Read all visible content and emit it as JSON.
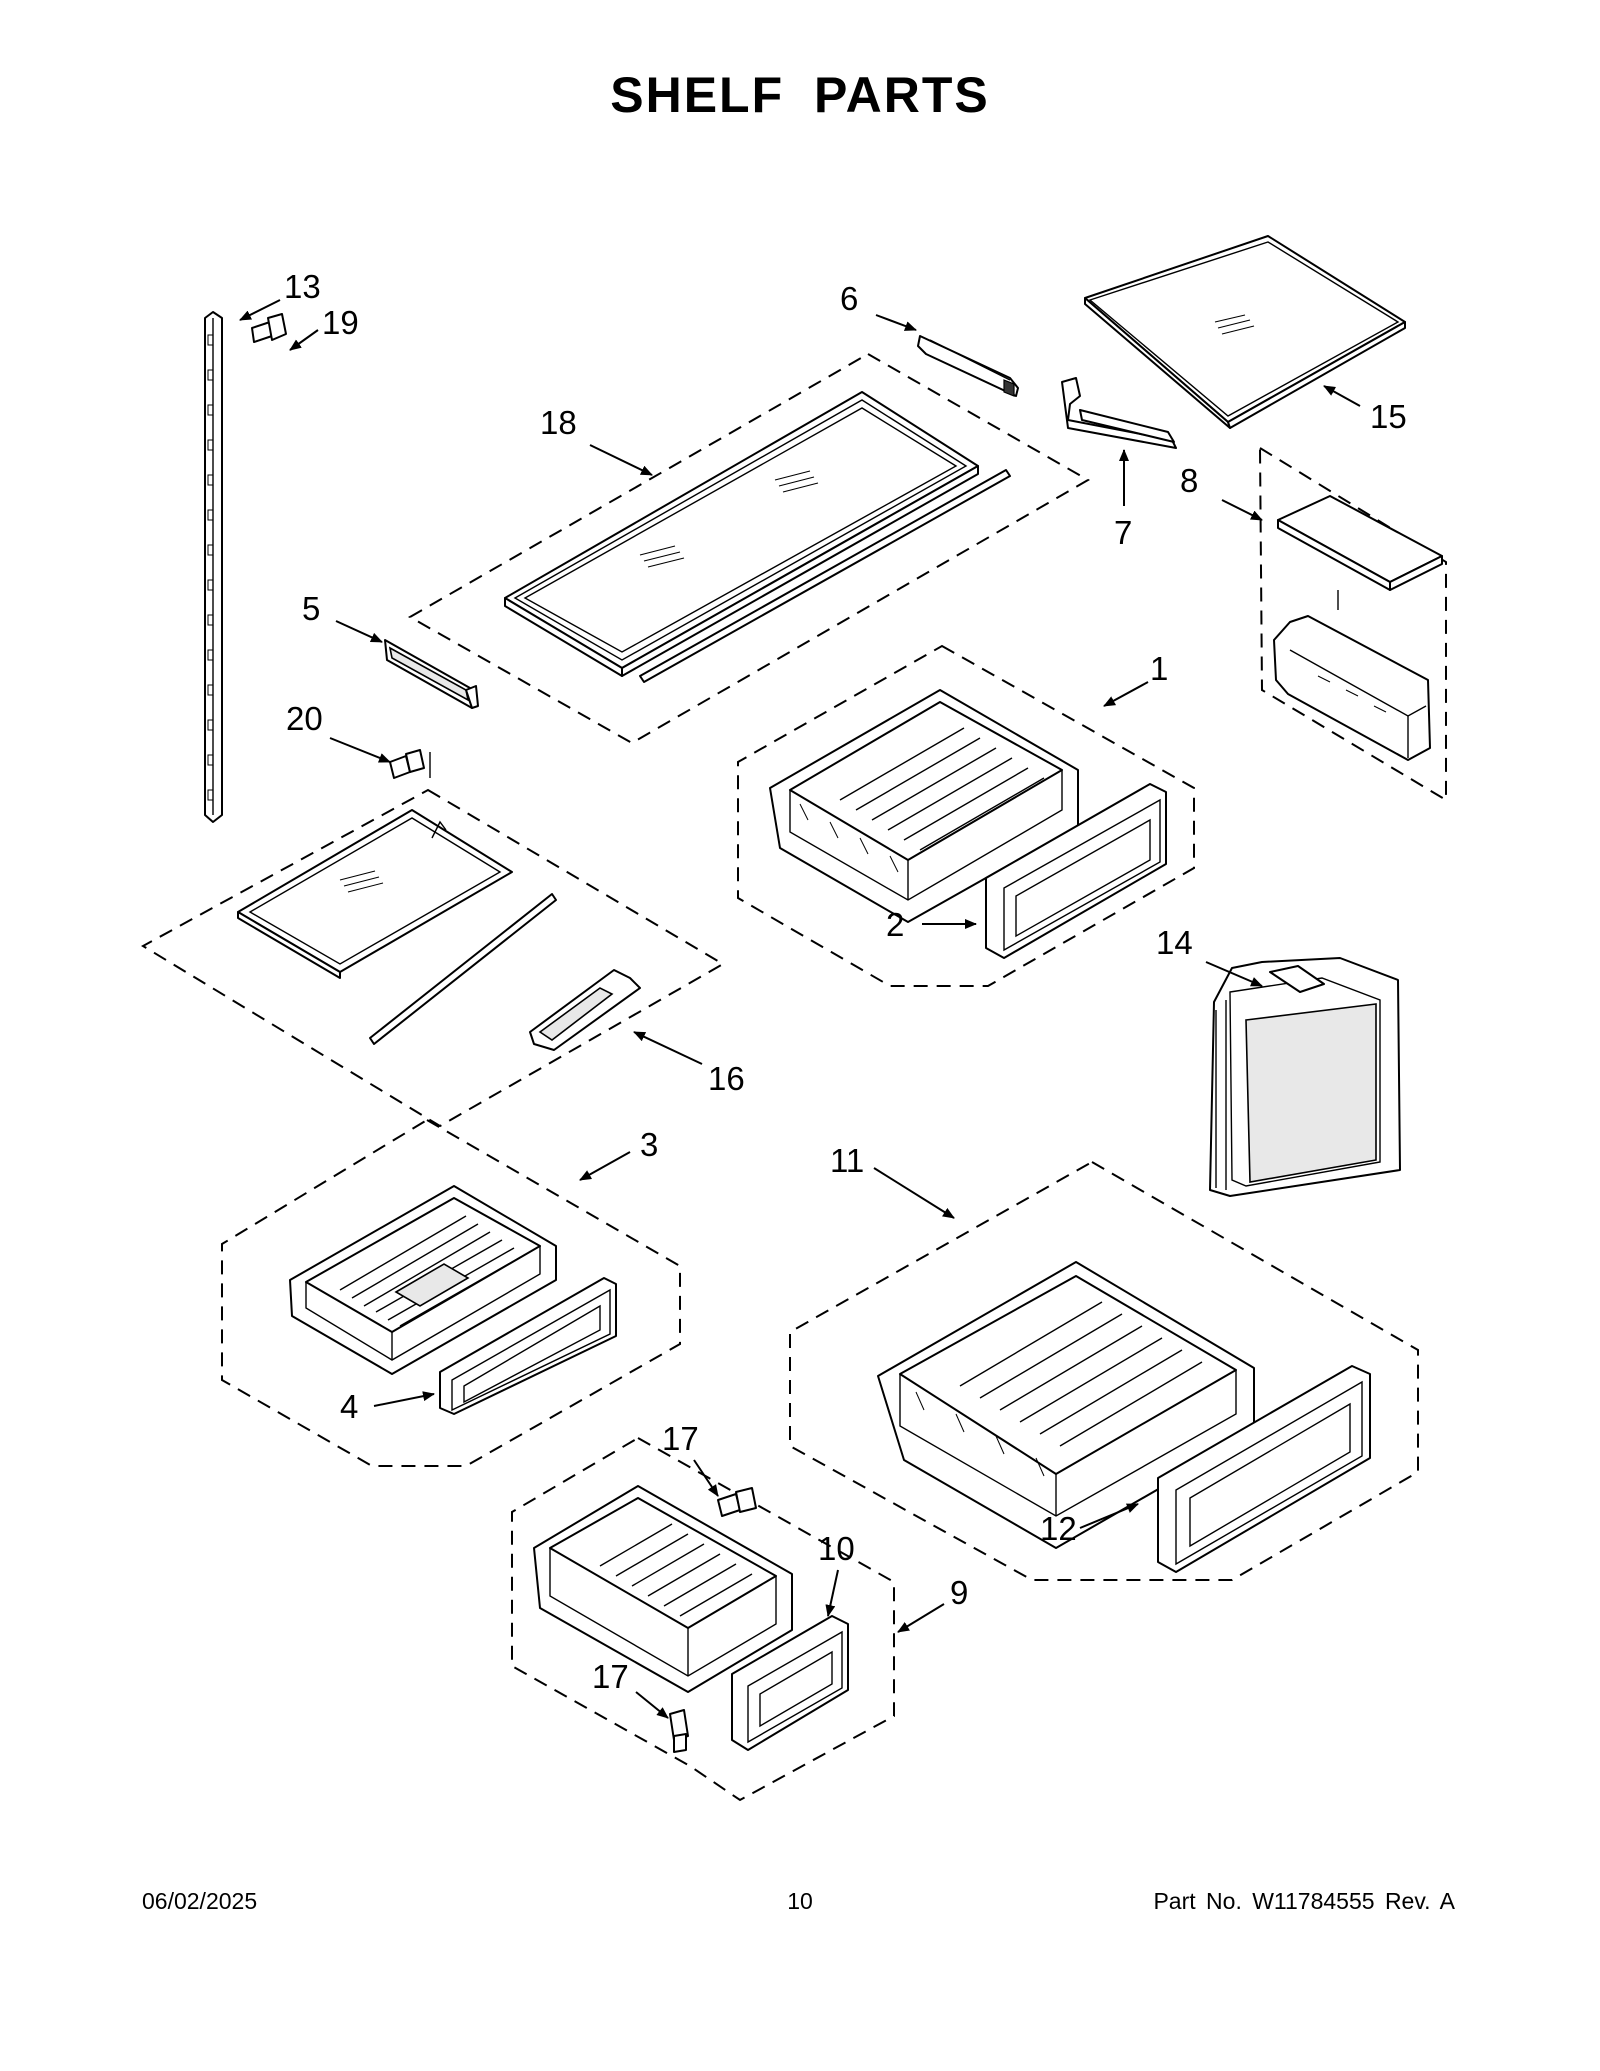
{
  "title": "SHELF PARTS",
  "callouts": [
    {
      "id": "13",
      "text": "13"
    },
    {
      "id": "19",
      "text": "19"
    },
    {
      "id": "6",
      "text": "6"
    },
    {
      "id": "18",
      "text": "18"
    },
    {
      "id": "15",
      "text": "15"
    },
    {
      "id": "8",
      "text": "8"
    },
    {
      "id": "7",
      "text": "7"
    },
    {
      "id": "5",
      "text": "5"
    },
    {
      "id": "1",
      "text": "1"
    },
    {
      "id": "20",
      "text": "20"
    },
    {
      "id": "2",
      "text": "2"
    },
    {
      "id": "14",
      "text": "14"
    },
    {
      "id": "16",
      "text": "16"
    },
    {
      "id": "3",
      "text": "3"
    },
    {
      "id": "11",
      "text": "11"
    },
    {
      "id": "4",
      "text": "4"
    },
    {
      "id": "17a",
      "text": "17"
    },
    {
      "id": "10",
      "text": "10"
    },
    {
      "id": "9",
      "text": "9"
    },
    {
      "id": "12",
      "text": "12"
    },
    {
      "id": "17b",
      "text": "17"
    }
  ],
  "footer": {
    "date": "06/02/2025",
    "page": "10",
    "part_no": "Part No.  W11784555  Rev.  A"
  }
}
